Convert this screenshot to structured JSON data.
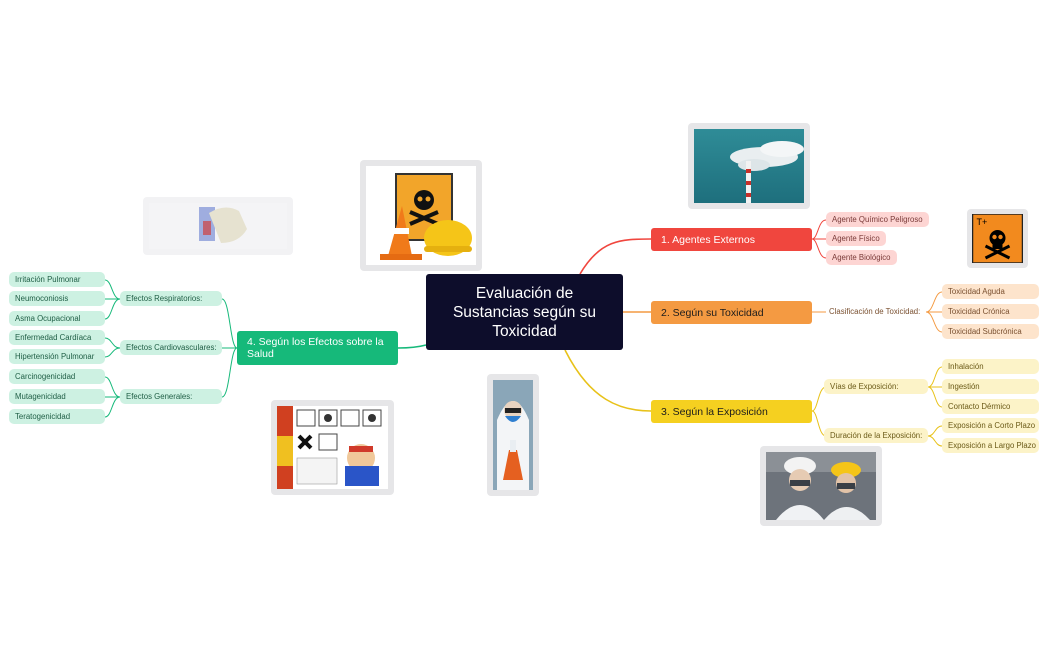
{
  "center": {
    "title": "Evaluación de Sustancias según su Toxicidad"
  },
  "colors": {
    "red": "#f0463e",
    "orange": "#f49a42",
    "yellow": "#f5d020",
    "green": "#16b97a",
    "center": "#0d0d2b"
  },
  "branches": {
    "externos": {
      "label": "1. Agentes Externos",
      "items": [
        "Agente Químico Peligroso",
        "Agente Físico",
        "Agente Biológico"
      ]
    },
    "toxicidad": {
      "label": "2. Según su Toxicidad",
      "group": "Clasificación de Toxicidad:",
      "items": [
        "Toxicidad Aguda",
        "Toxicidad Crónica",
        "Toxicidad Subcrónica"
      ]
    },
    "exposicion": {
      "label": "3. Según la Exposición",
      "vias": {
        "label": "Vías de Exposición:",
        "items": [
          "Inhalación",
          "Ingestión",
          "Contacto Dérmico"
        ]
      },
      "duracion": {
        "label": "Duración de la Exposición:",
        "items": [
          "Exposición a Corto Plazo",
          "Exposición a Largo Plazo"
        ]
      }
    },
    "efectos": {
      "label": "4. Según los Efectos sobre la Salud",
      "respiratorios": {
        "label": "Efectos Respiratorios:",
        "items": [
          "Irritación Pulmonar",
          "Neumoconiosis",
          "Asma Ocupacional"
        ]
      },
      "cardiovasculares": {
        "label": "Efectos Cardiovasculares:",
        "items": [
          "Enfermedad Cardíaca",
          "Hipertensión Pulmonar"
        ]
      },
      "generales": {
        "label": "Efectos Generales:",
        "items": [
          "Carcinogenicidad",
          "Mutagenicidad",
          "Teratogenicidad"
        ]
      }
    }
  },
  "images": {
    "toxic_symbol": {
      "icon": "toxic-skull-icon",
      "text": "T+"
    },
    "smokestack": {
      "icon": "smokestack-image"
    },
    "safety_gear": {
      "icon": "safety-gear-image"
    },
    "glove": {
      "icon": "glove-image"
    },
    "scientist": {
      "icon": "scientist-image"
    },
    "workers": {
      "icon": "workers-image"
    },
    "hazard_signs": {
      "icon": "hazard-signs-image"
    }
  }
}
